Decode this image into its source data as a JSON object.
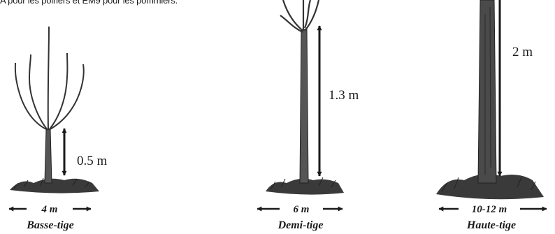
{
  "intro_text": "A pour les poiriers et EM9 pour les pommiers.",
  "trees": [
    {
      "form": "Basse-tige",
      "trunk_height": "0.5 m",
      "spacing": "4 m"
    },
    {
      "form": "Demi-tige",
      "trunk_height": "1.3 m",
      "spacing": "6 m"
    },
    {
      "form": "Haute-tige",
      "trunk_height": "2 m",
      "spacing": "10-12 m"
    }
  ]
}
